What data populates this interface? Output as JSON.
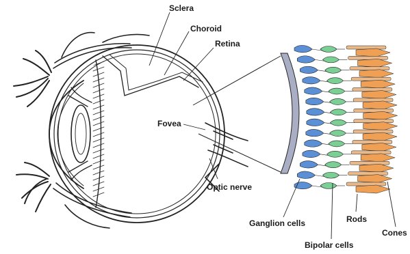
{
  "labels": {
    "sclera": "Sclera",
    "choroid": "Choroid",
    "retina": "Retina",
    "fovea": "Fovea",
    "optic_nerve": "Optic nerve",
    "ganglion": "Ganglion cells",
    "bipolar": "Bipolar cells",
    "rods": "Rods",
    "cones": "Cones"
  },
  "colors": {
    "ganglion": "#5b8fd6",
    "bipolar": "#7ccf94",
    "rods": "#e9b98a",
    "cones": "#f0a055",
    "outline": "#222222",
    "retina_band": "#a9aec4"
  }
}
